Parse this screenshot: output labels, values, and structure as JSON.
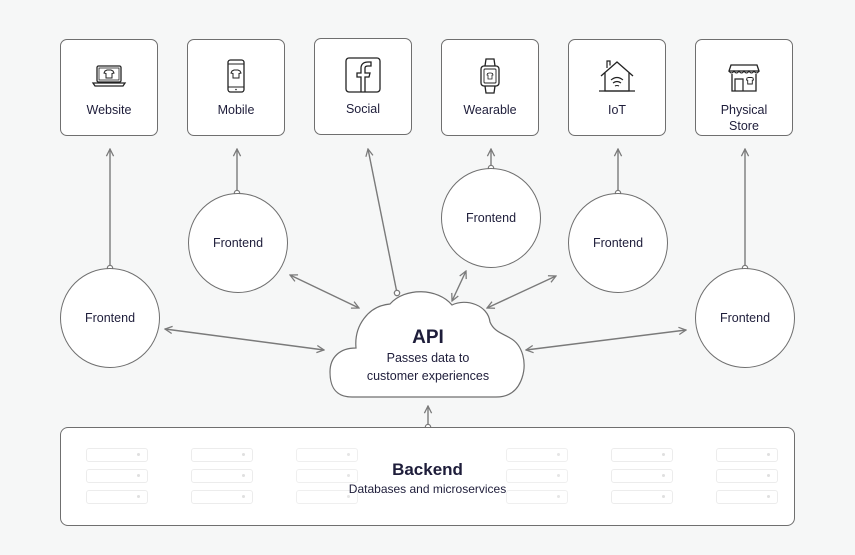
{
  "diagram": {
    "channels": [
      {
        "id": "website",
        "label": "Website",
        "icon": "laptop-tshirt-icon"
      },
      {
        "id": "mobile",
        "label": "Mobile",
        "icon": "phone-tshirt-icon"
      },
      {
        "id": "social",
        "label": "Social",
        "icon": "facebook-icon"
      },
      {
        "id": "wearable",
        "label": "Wearable",
        "icon": "smartwatch-icon"
      },
      {
        "id": "iot",
        "label": "IoT",
        "icon": "smart-home-wifi-icon"
      },
      {
        "id": "physical-store",
        "label_line1": "Physical",
        "label_line2": "Store",
        "icon": "storefront-icon"
      }
    ],
    "frontends": [
      {
        "id": "website",
        "label": "Frontend"
      },
      {
        "id": "mobile",
        "label": "Frontend"
      },
      {
        "id": "wearable",
        "label": "Frontend"
      },
      {
        "id": "iot",
        "label": "Frontend"
      },
      {
        "id": "physical-store",
        "label": "Frontend"
      }
    ],
    "api": {
      "title": "API",
      "subtitle_line1": "Passes data to",
      "subtitle_line2": "customer experiences"
    },
    "backend": {
      "title": "Backend",
      "subtitle": "Databases and microservices"
    },
    "connections": [
      {
        "from": "frontend-website",
        "to": "channel-website",
        "type": "one-way"
      },
      {
        "from": "frontend-mobile",
        "to": "channel-mobile",
        "type": "one-way"
      },
      {
        "from": "api",
        "to": "channel-social",
        "type": "one-way"
      },
      {
        "from": "frontend-wearable",
        "to": "channel-wearable",
        "type": "one-way"
      },
      {
        "from": "frontend-iot",
        "to": "channel-iot",
        "type": "one-way"
      },
      {
        "from": "frontend-physical-store",
        "to": "channel-physical-store",
        "type": "one-way"
      },
      {
        "from": "api",
        "to": "frontend-website",
        "type": "two-way"
      },
      {
        "from": "api",
        "to": "frontend-mobile",
        "type": "two-way"
      },
      {
        "from": "api",
        "to": "frontend-wearable",
        "type": "two-way"
      },
      {
        "from": "api",
        "to": "frontend-iot",
        "type": "two-way"
      },
      {
        "from": "api",
        "to": "frontend-physical-store",
        "type": "two-way"
      },
      {
        "from": "backend",
        "to": "api",
        "type": "one-way"
      }
    ],
    "colors": {
      "line": "#7a7a7a",
      "text": "#1e1d3a",
      "node_fill": "#ffffff",
      "background": "#f6f7f7"
    }
  }
}
